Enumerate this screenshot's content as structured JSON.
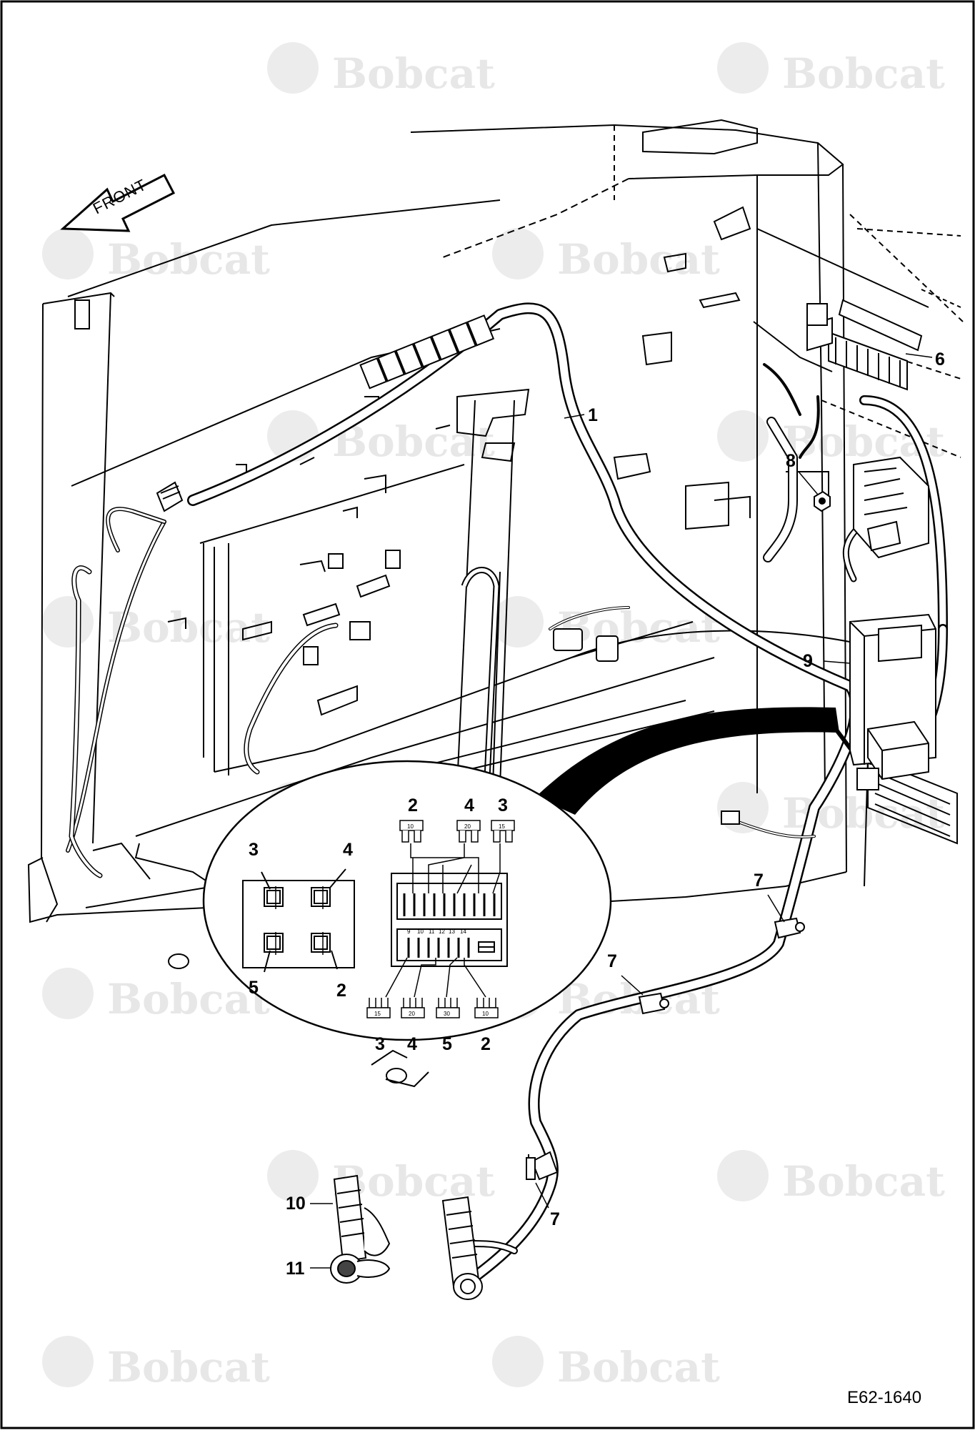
{
  "figure_id": "E62-1640",
  "direction_label": "FRONT",
  "watermark": "Bobcat",
  "callouts": [
    "1",
    "6",
    "8",
    "9",
    "7",
    "7",
    "7",
    "10",
    "11"
  ],
  "inset_top_labels": [
    "2",
    "4",
    "3"
  ],
  "inset_bottom_labels": [
    "3",
    "4",
    "5",
    "2"
  ],
  "relay_labels": [
    "3",
    "4",
    "5",
    "2"
  ],
  "fuse_slot_numbers": [
    "9",
    "10",
    "11",
    "12",
    "13",
    "14"
  ],
  "fuse_ratings_top": [
    "10",
    "20",
    "15"
  ],
  "fuse_ratings_bottom": [
    "15",
    "20",
    "30",
    "10"
  ]
}
